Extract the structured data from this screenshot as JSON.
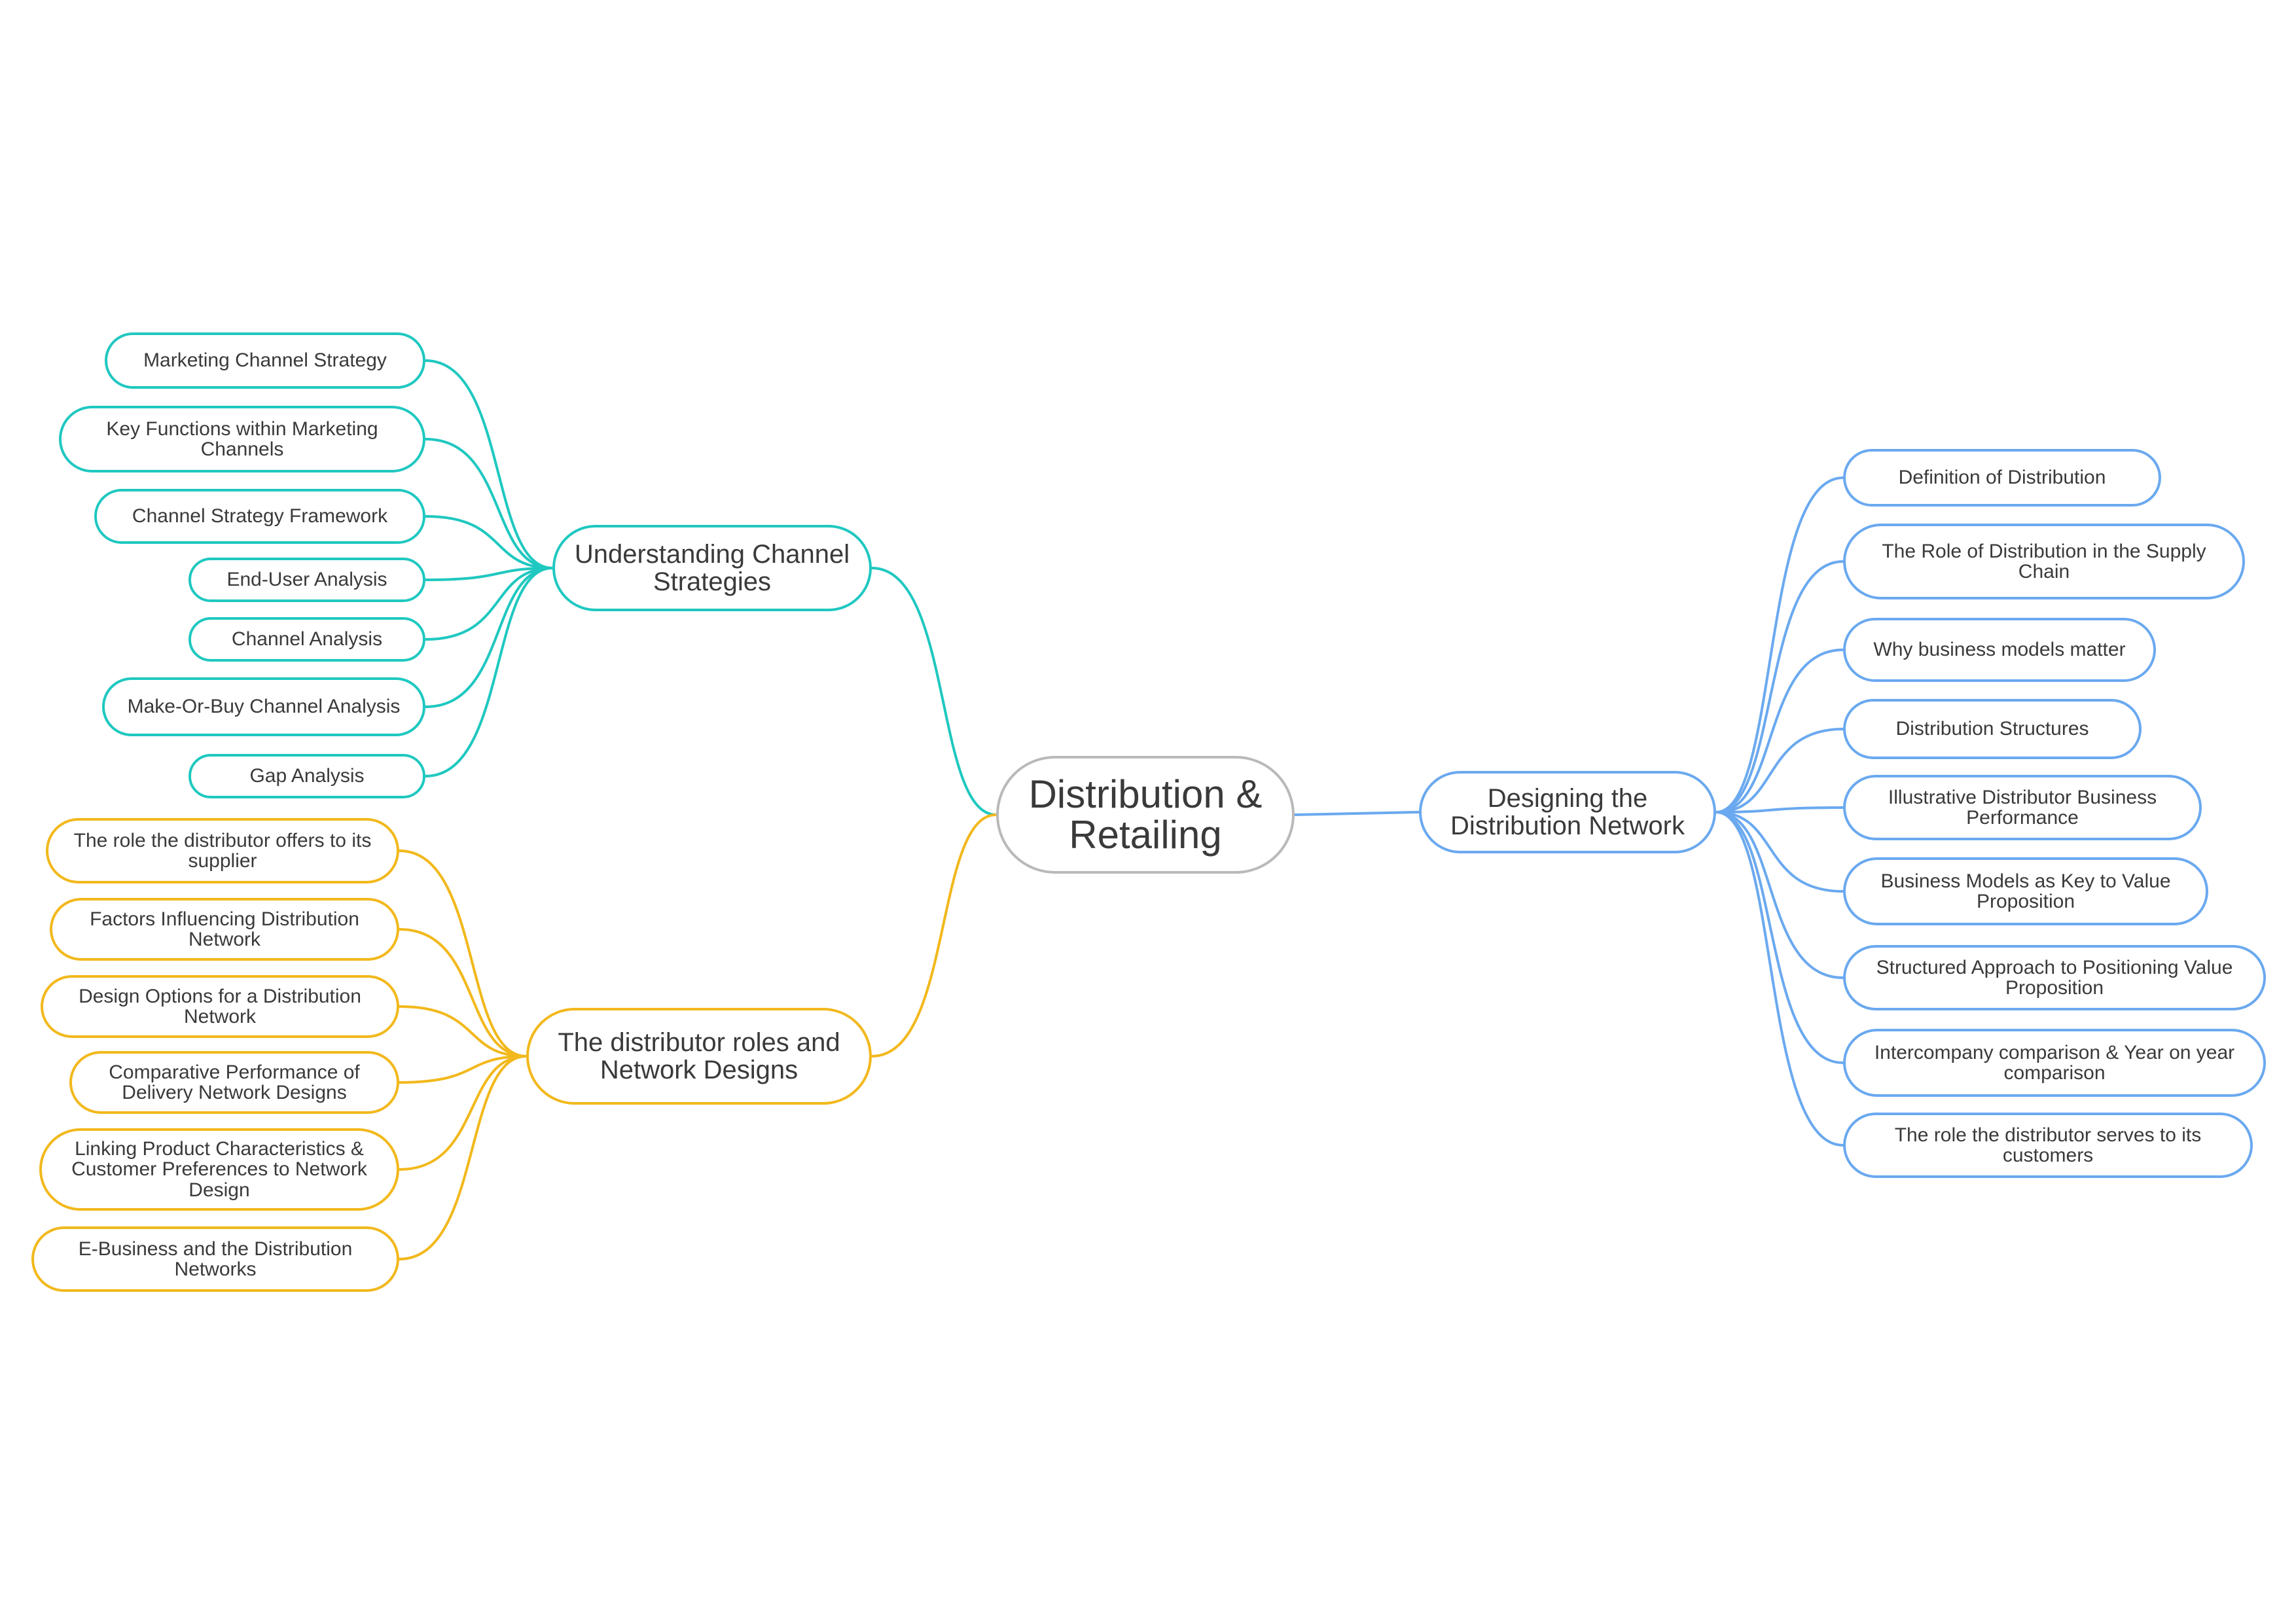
{
  "root": {
    "label": "Distribution & Retailing",
    "color": "#b9b9b9"
  },
  "branches": {
    "channel": {
      "label": "Understanding Channel Strategies",
      "color": "#1fc8c0",
      "children": [
        "Marketing Channel Strategy",
        "Key Functions within Marketing Channels",
        "Channel Strategy Framework",
        "End-User Analysis",
        "Channel Analysis",
        "Make-Or-Buy Channel Analysis",
        "Gap Analysis"
      ]
    },
    "distributor": {
      "label": "The distributor roles and Network Designs",
      "color": "#f2b81c",
      "children": [
        "The role the distributor offers to its supplier",
        "Factors Influencing Distribution Network",
        "Design Options for a Distribution Network",
        "Comparative Performance of Delivery Network Designs",
        "Linking Product Characteristics & Customer Preferences to Network Design",
        "E-Business and the Distribution Networks"
      ]
    },
    "network": {
      "label": "Designing the Distribution Network",
      "color": "#6aa9ef",
      "children": [
        "Definition of Distribution",
        "The Role of Distribution in the Supply Chain",
        "Why business models matter",
        "Distribution Structures",
        "Illustrative Distributor Business Performance",
        "Business Models as Key to Value Proposition",
        "Structured Approach to Positioning Value Proposition",
        "Intercompany comparison & Year on year comparison",
        "The role the distributor serves to its customers"
      ]
    }
  }
}
